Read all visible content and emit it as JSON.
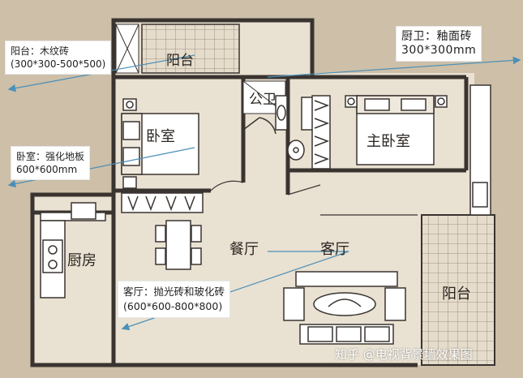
{
  "rooms": {
    "balcony_top": "阳台",
    "bedroom": "卧室",
    "public_bath": "公卫",
    "master_bedroom": "主卧室",
    "kitchen": "厨房",
    "dining": "餐厅",
    "living": "客厅",
    "balcony_right": "阳台"
  },
  "callouts": {
    "balcony": {
      "line1": "阳台：木纹砖",
      "line2": "(300*300-500*500)"
    },
    "bedroom": {
      "line1": "卧室：强化地板",
      "line2": "600*600mm"
    },
    "kitchen_bath": {
      "line1": "厨卫：釉面砖",
      "line2": "300*300mm"
    },
    "living_room": {
      "line1": "客厅：抛光砖和玻化砖",
      "line2": "(600*600-800*800)"
    }
  },
  "watermark": "知乎 @电视背景墙效果图",
  "colors": {
    "background": "#cdbfa8",
    "floor": "#e9e1d2",
    "wall": "#ffffff",
    "line": "#3a3430",
    "arrow": "#4a8fb8"
  }
}
